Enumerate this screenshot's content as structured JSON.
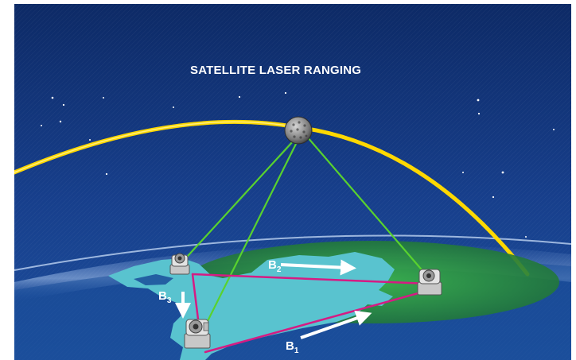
{
  "diagram": {
    "title": "SATELLITE LASER RANGING",
    "baselines": [
      {
        "letter": "B",
        "subscript": "1"
      },
      {
        "letter": "B",
        "subscript": "2"
      },
      {
        "letter": "B",
        "subscript": "3"
      }
    ],
    "colors": {
      "sky": "#123a82",
      "orbit": "#ffd800",
      "laser_beam": "#59d22e",
      "baseline": "#d61b83",
      "land": "#59c3cf",
      "coverage_zone": "#2f9d3a"
    }
  }
}
